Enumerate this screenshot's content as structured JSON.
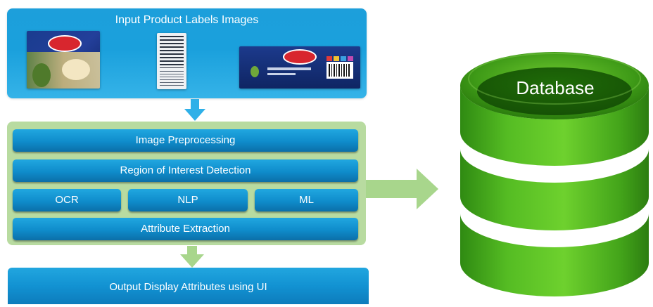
{
  "input": {
    "title": "Input Product Labels Images"
  },
  "processing": {
    "image_preprocessing": "Image Preprocessing",
    "roi_detection": "Region of Interest Detection",
    "ocr": "OCR",
    "nlp": "NLP",
    "ml": "ML",
    "attribute_extraction": "Attribute Extraction"
  },
  "output": {
    "label": "Output Display Attributes using UI"
  },
  "database": {
    "label": "Database"
  },
  "colors": {
    "blue": "#1aa0dc",
    "green_panel": "#b8dba0",
    "green_arrow": "#a8d68c",
    "db_green": "#4ab51f"
  }
}
